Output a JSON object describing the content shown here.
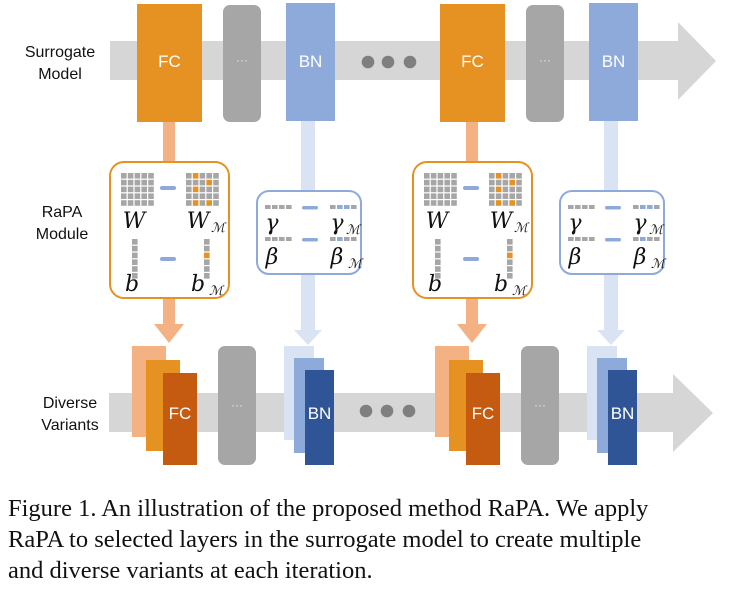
{
  "rows": {
    "surrogate_label": [
      "Surrogate",
      "Model"
    ],
    "rapa_label": [
      "RaPA",
      "Module"
    ],
    "variants_label": [
      "Diverse",
      "Variants"
    ]
  },
  "blocks": {
    "fc": "FC",
    "bn": "BN",
    "ellipsis": "···"
  },
  "rapa_fc": {
    "w": "W",
    "w_m": "W",
    "b": "b",
    "b_m": "b",
    "subscript": "ℳ",
    "w_grid_size": [
      5,
      5
    ],
    "w_m_highlight_cells": [
      [
        0,
        1
      ],
      [
        1,
        3
      ],
      [
        2,
        1
      ],
      [
        4,
        1
      ],
      [
        4,
        3
      ]
    ],
    "b_length": 6,
    "b_m_highlight_index": 2
  },
  "rapa_bn": {
    "gamma": "γ",
    "gamma_m": "γ",
    "beta": "β",
    "beta_m": "β",
    "subscript": "ℳ",
    "vector_length": 4,
    "gamma_m_highlight": [
      1,
      2
    ],
    "beta_m_highlight": [
      1
    ]
  },
  "colors": {
    "fc": "#e69223",
    "fc_light": "#f4b183",
    "fc_dark": "#c55a11",
    "bn": "#8eaadb",
    "bn_light": "#dae3f3",
    "bn_dark": "#2f5597",
    "gray_block": "#a6a6a6",
    "pipeline": "#d6d6d6",
    "cell": "#a6a6a6"
  },
  "caption": [
    "Figure 1. An illustration of the proposed method RaPA. We apply",
    "RaPA to selected layers in the surrogate model to create multiple",
    "and diverse variants at each iteration."
  ]
}
